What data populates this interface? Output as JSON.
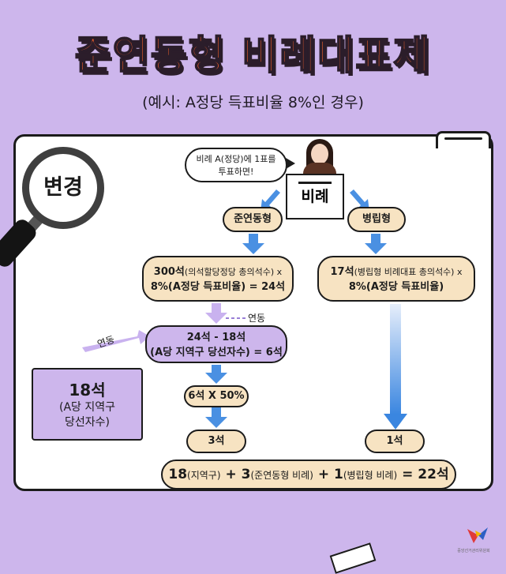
{
  "header": {
    "title": "준연동형 비례대표제",
    "subtitle": "(예시: A정당 득표비율 8%인 경우)"
  },
  "badge": {
    "label": "변경"
  },
  "speech": {
    "line1": "비례 A(정당)에 1표를",
    "line2": "투표하면!"
  },
  "ballot": {
    "label": "비례"
  },
  "branches": {
    "left": "준연동형",
    "right": "병립형"
  },
  "calc_left": {
    "main": "300석",
    "main_note": "(의석할당정당 총의석수) x",
    "second": "8%",
    "second_note": "(A정당 득표비율) = 24석"
  },
  "calc_right": {
    "main": "17석",
    "main_note": "(병립형 비례대표 총의석수) x",
    "second": "8%",
    "second_note": "(A정당 득표비율)"
  },
  "link_label": "연동",
  "link_label_side": "연동",
  "subtract": {
    "line1": "24석 - 18석",
    "line2": "(A당 지역구 당선자수) = 6석"
  },
  "side": {
    "big": "18석",
    "line1": "(A당 지역구",
    "line2": "당선자수)"
  },
  "half": {
    "label": "6석 X 50%"
  },
  "res_left": {
    "label": "3석"
  },
  "res_right": {
    "label": "1석"
  },
  "result": {
    "a": "18",
    "a_note": "(지역구)",
    "plus1": "+",
    "b": "3",
    "b_note": "(준연동형 비례)",
    "plus2": "+",
    "c": "1",
    "c_note": "(병립형 비례)",
    "eq": "= 22석"
  },
  "footer": {
    "org": "중앙선거관리위원회"
  },
  "colors": {
    "background": "#cdb6ec",
    "title": "#f2602b",
    "box_peach": "#f7e3c2",
    "arrow_blue": "#4a90e2",
    "arrow_lavender": "#c9b2ef"
  },
  "icons": [
    "magnifier-icon",
    "ballot-box-icon",
    "voter-icon",
    "nec-logo-icon"
  ]
}
